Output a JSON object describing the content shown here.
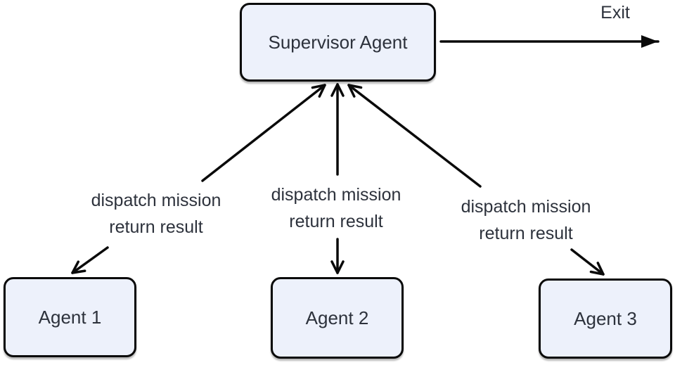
{
  "diagram": {
    "title": "supervisor-agents-diagram",
    "supervisor": {
      "label": "Supervisor Agent"
    },
    "agents": [
      {
        "label": "Agent 1"
      },
      {
        "label": "Agent 2"
      },
      {
        "label": "Agent 3"
      }
    ],
    "exit": {
      "label": "Exit"
    },
    "edge_labels": [
      {
        "line1": "dispatch mission",
        "line2": "return result"
      },
      {
        "line1": "dispatch mission",
        "line2": "return result"
      },
      {
        "line1": "dispatch mission",
        "line2": "return result"
      }
    ],
    "colors": {
      "node_fill": "#edf1fb",
      "node_border": "#0a0a0a",
      "line": "#0a0a0a",
      "text": "#2d323c",
      "background": "#ffffff"
    }
  }
}
